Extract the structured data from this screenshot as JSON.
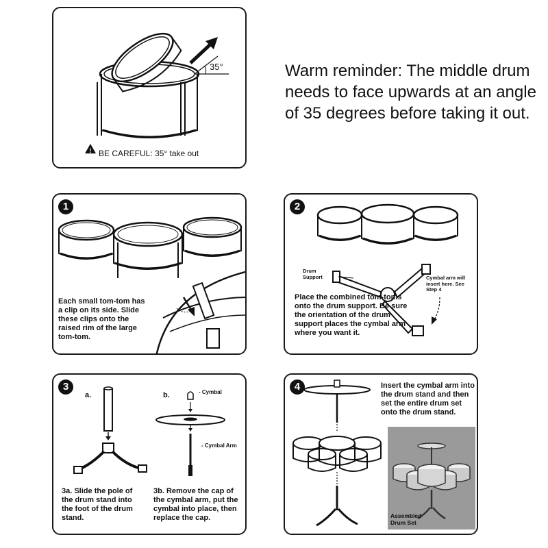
{
  "reminder": {
    "text": "Warm reminder: The middle drum needs to face upwards at an angle of 35 degrees before taking it out."
  },
  "top_panel": {
    "angle_label": "35°",
    "caution_label": "BE CAREFUL",
    "caution_detail": ": 35° take out"
  },
  "step1": {
    "number": "1",
    "text": "Each small tom-tom has a clip on its side. Slide these clips onto the raised rim of the large tom-tom."
  },
  "step2": {
    "number": "2",
    "drum_support_label": "Drum Support",
    "cymbal_arm_note": "Cymbal arm will insert here. See Step 4",
    "text": "Place the combined tom-toms onto the drum support. Be sure the orientation of the drum support places the cymbal arm where you want it."
  },
  "step3": {
    "number": "3",
    "sub_a": "a.",
    "sub_b": "b.",
    "cymbal_label": "- Cymbal",
    "cymbal_arm_label": "- Cymbal Arm",
    "text_a": "3a. Slide the pole of the drum stand into the foot of the drum stand.",
    "text_b": "3b. Remove the cap of the cymbal arm, put the cymbal into place, then replace the cap."
  },
  "step4": {
    "number": "4",
    "text": "Insert the cymbal arm into the drum stand and then set the entire drum set onto the drum stand.",
    "assembled_label": "Assembled Drum Set"
  }
}
